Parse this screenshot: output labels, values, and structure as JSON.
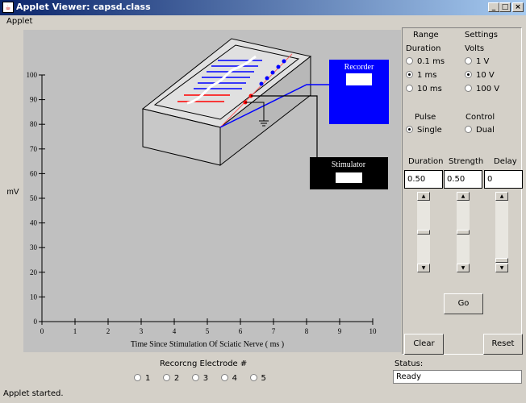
{
  "window": {
    "title": "Applet Viewer: capsd.class",
    "menu": [
      "Applet"
    ],
    "status_text": "Applet started."
  },
  "graph": {
    "y_axis_label": "mV",
    "x_axis_label": "Time Since Stimulation Of Sciatic Nerve ( ms )",
    "y_ticks": [
      "100",
      "90",
      "80",
      "70",
      "60",
      "50",
      "40",
      "30",
      "20",
      "10",
      "0"
    ],
    "x_ticks": [
      "0",
      "1",
      "2",
      "3",
      "4",
      "5",
      "6",
      "7",
      "8",
      "9",
      "10"
    ],
    "recorder_label": "Recorder",
    "stimulator_label": "Stimulator"
  },
  "electrode": {
    "label": "Recorcng Electrode #",
    "options": [
      "1",
      "2",
      "3",
      "4",
      "5"
    ]
  },
  "controls": {
    "range_header": "Range",
    "settings_header": "Settings",
    "duration_label": "Duration",
    "volts_label": "Volts",
    "durations": [
      {
        "label": "0.1 ms",
        "selected": false
      },
      {
        "label": "1 ms",
        "selected": true
      },
      {
        "label": "10 ms",
        "selected": false
      }
    ],
    "volts": [
      {
        "label": "1 V",
        "selected": false
      },
      {
        "label": "10 V",
        "selected": true
      },
      {
        "label": "100 V",
        "selected": false
      }
    ],
    "pulse_header": "Pulse",
    "control_header": "Control",
    "single_label": "Single",
    "dual_label": "Dual",
    "single_selected": true,
    "dual_selected": false,
    "col_duration": "Duration",
    "col_strength": "Strength",
    "col_delay": "Delay",
    "duration_value": "0.50",
    "strength_value": "0.50",
    "delay_value": "0",
    "go_label": "Go",
    "clear_label": "Clear",
    "reset_label": "Reset",
    "status_label": "Status:",
    "status_value": "Ready"
  }
}
